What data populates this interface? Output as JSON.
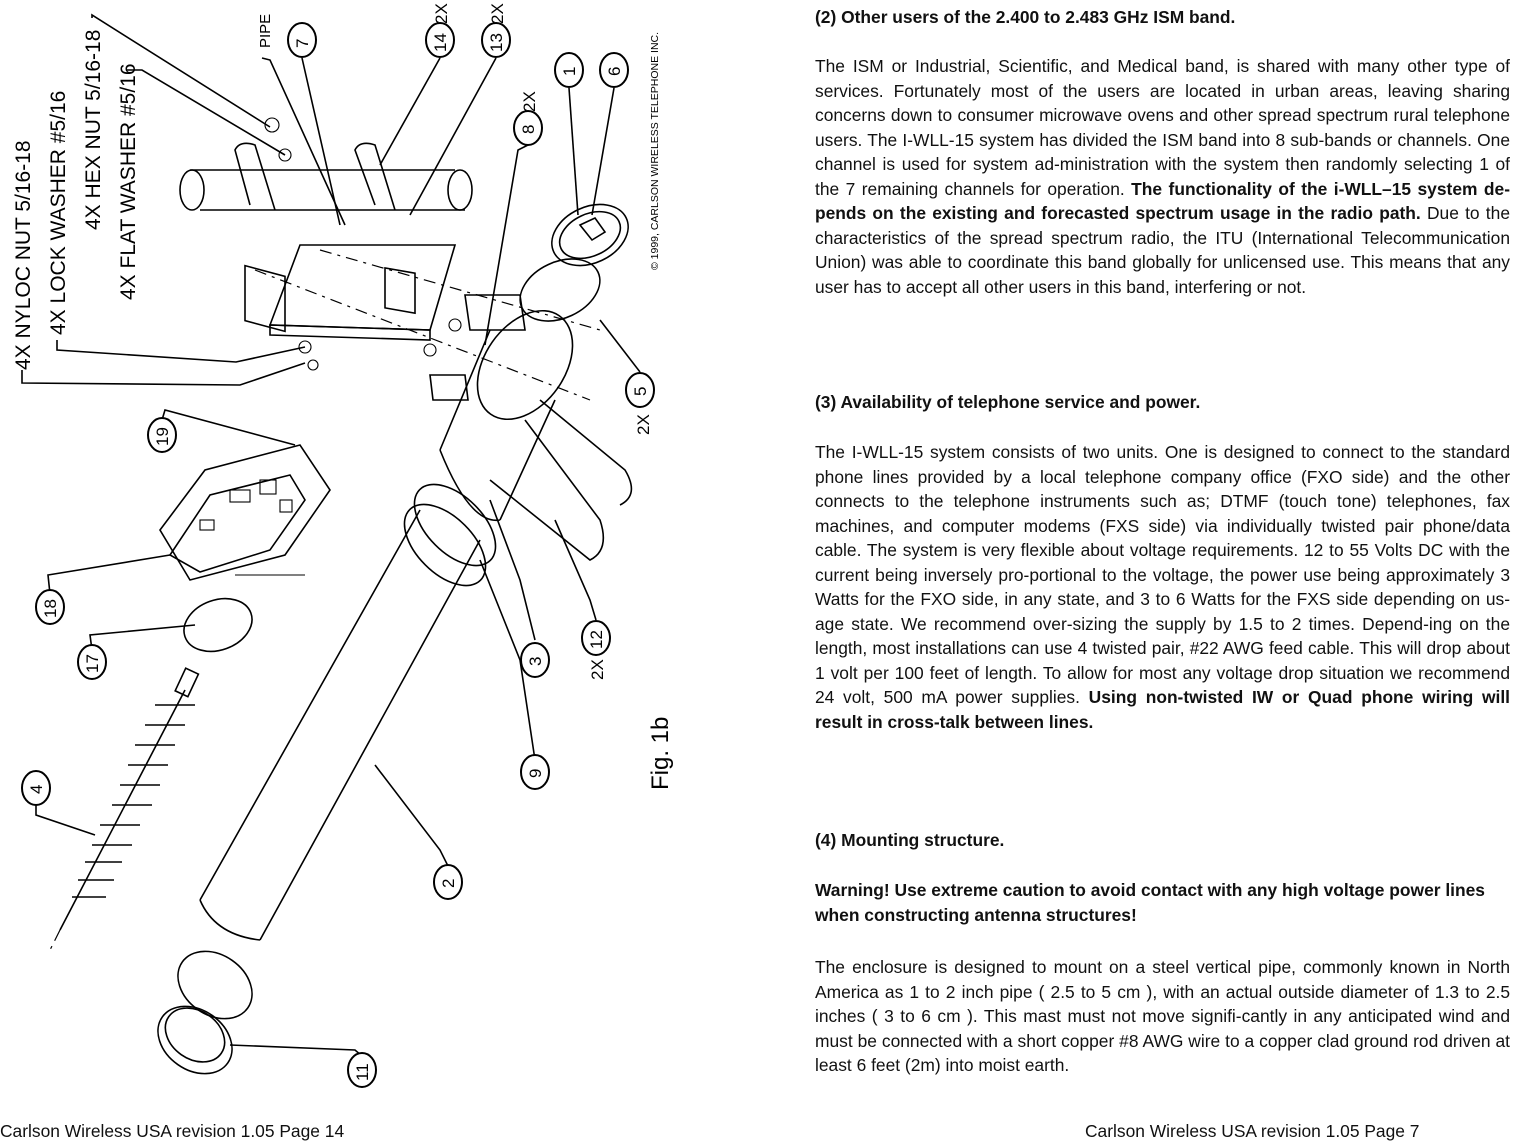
{
  "drawing": {
    "labels": {
      "nyloc": "4X NYLOC NUT 5/16-18",
      "lock": "4X LOCK WASHER #5/16",
      "hex": "4X HEX NUT 5/16-18",
      "flat": "4X FLAT WASHER #5/16",
      "pipe": "PIPE",
      "copyright": "© 1999, CARLSON WIRELESS TELEPHONE INC.",
      "fig": "Fig. 1b"
    },
    "callouts": [
      "7",
      "14",
      "13",
      "1",
      "6",
      "8",
      "5",
      "19",
      "18",
      "17",
      "4",
      "3",
      "12",
      "9",
      "2",
      "11"
    ],
    "multipliers": [
      "2X",
      "2X",
      "2X",
      "2X",
      "2X"
    ]
  },
  "left_footer": "Carlson Wireless USA revision 1.05 Page 14",
  "right_footer": "Carlson Wireless USA revision 1.05 Page 7",
  "sections": {
    "s2_heading": "(2) Other users of the 2.400 to 2.483 GHz ISM band.",
    "s2_p1_a": "The ISM or Industrial, Scientific, and Medical band, is shared with many other type of services.  Fortunately most of the users are located in urban areas, leaving sharing concerns down to consumer microwave ovens and other spread spectrum rural telephone users.  The I-WLL-15 system has divided the ISM band into 8 sub-bands or channels. One channel is used for system ad-ministration with the system then randomly selecting 1 of the 7 remaining channels for operation. ",
    "s2_p1_bold": "The functionality of the i-WLL–15 system de-pends on the existing and forecasted spectrum usage in the radio path.",
    "s2_p1_b": " Due to the characteristics of the spread spectrum radio, the ITU (International Telecommunication Union)  was able to coordinate this band globally for unlicensed use. This means that any user has to accept all other users in this band, interfering or not.",
    "s3_heading": "(3) Availability of telephone service and power.",
    "s3_p1_a": "The I-WLL-15 system consists of two units. One is designed to connect to the standard phone lines provided by a local telephone company office (FXO side) and the other connects to the telephone instruments such as; DTMF (touch tone) telephones, fax machines, and computer modems (FXS side) via individually twisted pair phone/data cable. The system is very flexible about voltage requirements. 12 to 55 Volts DC with the current being inversely pro-portional to the voltage, the power use being approximately 3 Watts for the FXO  side, in any state, and 3 to 6 Watts for the FXS side depending on us-age state.  We recommend over-sizing the supply by 1.5 to 2 times. Depend-ing on the length, most installations can use 4 twisted pair, #22 AWG feed cable. This will drop about 1 volt per 100 feet of length. To allow for most any voltage drop situation we recommend 24 volt, 500 mA power supplies. ",
    "s3_p1_bold": "Using non-twisted IW or Quad phone wiring will result in cross-talk between lines.",
    "s4_heading": "(4) Mounting structure.",
    "s4_warning": "Warning! Use extreme caution to avoid contact with any high voltage power lines when constructing antenna structures!",
    "s4_p2": "The enclosure is designed to mount on a steel vertical pipe, commonly known in North America as 1 to 2 inch pipe ( 2.5 to 5 cm ), with an actual outside diameter of 1.3 to 2.5 inches ( 3 to 6 cm ). This mast must not move signifi-cantly in any anticipated wind and must be connected with a short copper #8 AWG wire to a copper clad ground rod driven at least 6 feet (2m) into moist earth."
  }
}
